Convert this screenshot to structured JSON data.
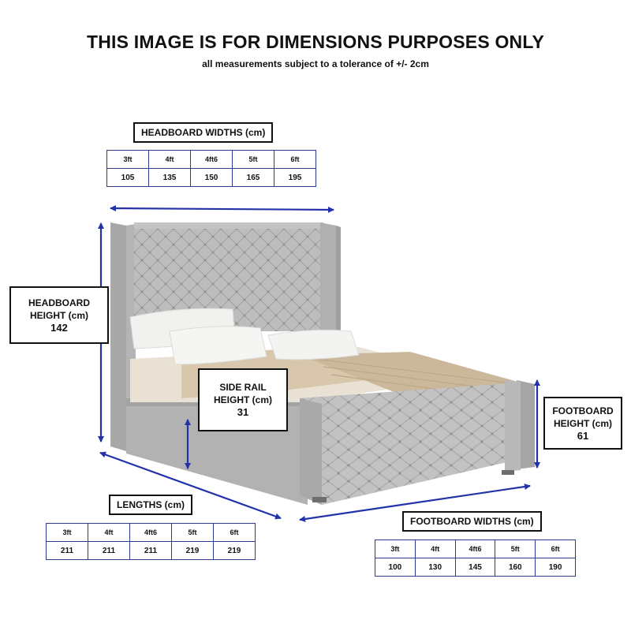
{
  "header": {
    "title": "THIS IMAGE IS FOR DIMENSIONS PURPOSES ONLY",
    "subtitle": "all measurements subject to a tolerance of +/- 2cm"
  },
  "headboard_widths": {
    "label": "HEADBOARD WIDTHS (cm)",
    "sizes": [
      "3ft",
      "4ft",
      "4ft6",
      "5ft",
      "6ft"
    ],
    "values": [
      "105",
      "135",
      "150",
      "165",
      "195"
    ]
  },
  "headboard_height": {
    "line1": "HEADBOARD",
    "line2": "HEIGHT (cm)",
    "value": "142"
  },
  "side_rail_height": {
    "line1": "SIDE RAIL",
    "line2": "HEIGHT (cm)",
    "value": "31"
  },
  "footboard_height": {
    "line1": "FOOTBOARD",
    "line2": "HEIGHT (cm)",
    "value": "61"
  },
  "lengths": {
    "label": "LENGTHS (cm)",
    "sizes": [
      "3ft",
      "4ft",
      "4ft6",
      "5ft",
      "6ft"
    ],
    "values": [
      "211",
      "211",
      "211",
      "219",
      "219"
    ]
  },
  "footboard_widths": {
    "label": "FOOTBOARD WIDTHS (cm)",
    "sizes": [
      "3ft",
      "4ft",
      "4ft6",
      "5ft",
      "6ft"
    ],
    "values": [
      "100",
      "130",
      "145",
      "160",
      "190"
    ]
  },
  "colors": {
    "arrow": "#2233aa",
    "fabric": "#b9b9b9",
    "fabric_dark": "#9c9c9c",
    "throw": "#d8c7ad",
    "pillow": "#f1f1ef"
  }
}
